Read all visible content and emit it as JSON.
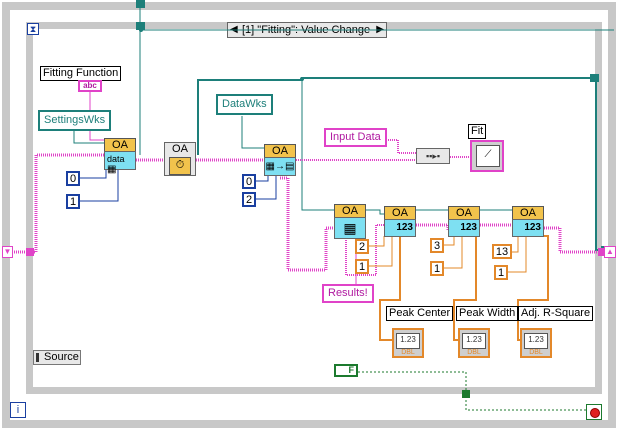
{
  "case_selector": {
    "label": "[1] \"Fitting\": Value Change"
  },
  "controls": {
    "fitting_function": "Fitting Function",
    "fitting_function_tag": "abc",
    "settings_wks": "SettingsWks",
    "data_wks": "DataWks",
    "input_data": "Input Data",
    "fit": "Fit",
    "source": "Source",
    "results": "Results!"
  },
  "oa_nodes": {
    "oa1": "OA",
    "oa1_sub": "data",
    "oa_clock": "OA",
    "oa2": "OA",
    "oa3": "OA",
    "oa4": "OA",
    "oa4_sub": "123",
    "oa5": "OA",
    "oa5_sub": "123",
    "oa6": "OA",
    "oa6_sub": "123"
  },
  "constants": {
    "c0a": "0",
    "c1a": "1",
    "c0b": "0",
    "c2b": "2",
    "c2c": "2",
    "c1c": "1",
    "c3d": "3",
    "c1d": "1",
    "c13e": "13",
    "c1e": "1",
    "bool_false": "F"
  },
  "indicators": {
    "peak_center": "Peak Center",
    "peak_width": "Peak Width",
    "adj_r_square": "Adj. R-Square",
    "numeric_glyph": "1.23",
    "dbl_tag": "DBL"
  },
  "info_icon": "i",
  "colors": {
    "frame_gray": "#c8c8c8",
    "wire_pink": "#e043c8",
    "wire_teal": "#1d7f7a",
    "wire_orange": "#e3882a",
    "wire_blue": "#1a3fa0",
    "wire_green": "#1c7a2e",
    "oa_yellow": "#f2c34c",
    "node_cyan": "#7ee0f2"
  }
}
